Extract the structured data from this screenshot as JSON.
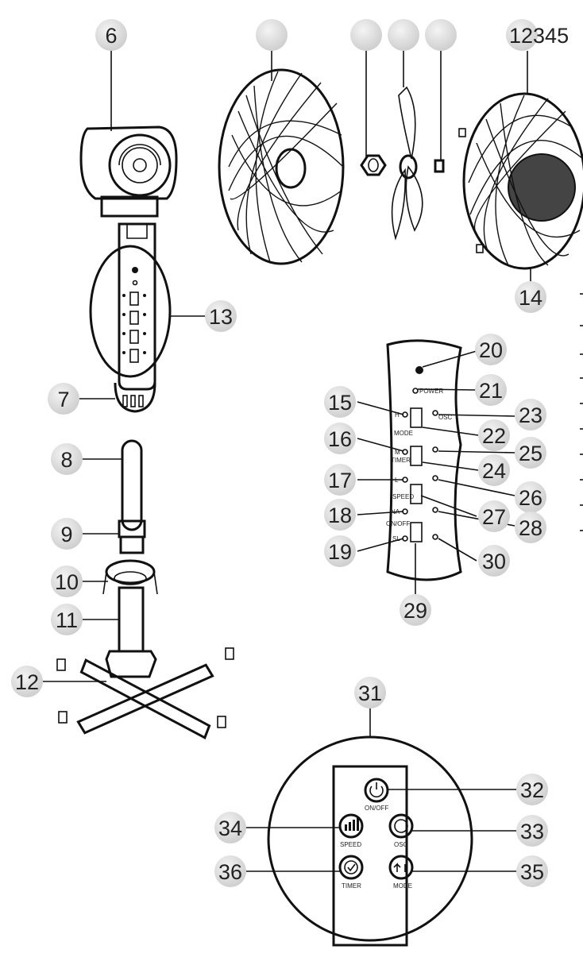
{
  "header_label": "12345",
  "callouts": {
    "c6": "6",
    "c7": "7",
    "c8": "8",
    "c9": "9",
    "c10": "10",
    "c11": "11",
    "c12": "12",
    "c13": "13",
    "c14": "14",
    "c15": "15",
    "c16": "16",
    "c17": "17",
    "c18": "18",
    "c19": "19",
    "c20": "20",
    "c21": "21",
    "c22": "22",
    "c23": "23",
    "c24": "24",
    "c25": "25",
    "c26": "26",
    "c27": "27",
    "c28": "28",
    "c29": "29",
    "c30": "30",
    "c31": "31",
    "c32": "32",
    "c33": "33",
    "c34": "34",
    "c35": "35",
    "c36": "36"
  },
  "panel_labels": {
    "power": "POWER",
    "osc": "OSC",
    "mode": "MODE",
    "timer": "TIMER",
    "speed": "SPEED",
    "onoff": "ON/OFF",
    "h": "H",
    "m": "M",
    "l": "L",
    "na": "NA",
    "sl": "SL"
  },
  "remote_labels": {
    "onoff": "ON/OFF",
    "speed": "SPEED",
    "osc": "OSC",
    "timer": "TIMER",
    "mode": "MODE"
  }
}
